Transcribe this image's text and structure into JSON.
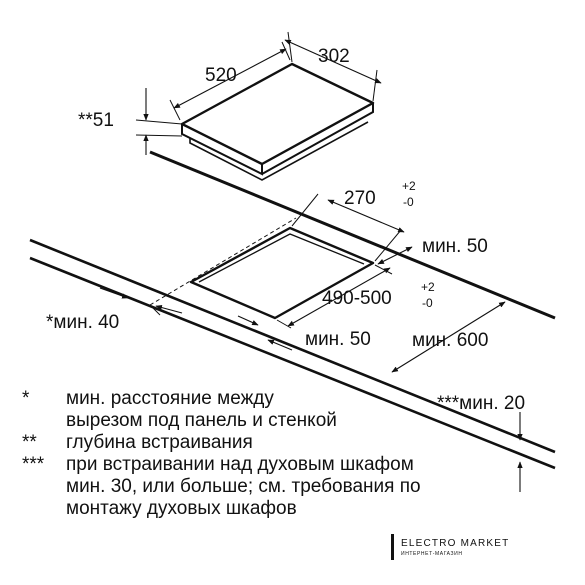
{
  "diagram": {
    "hob_dims": {
      "width": "302",
      "depth": "520",
      "height": "**51"
    },
    "cutout_dims": {
      "width_main": "270",
      "width_tol_upper": "+2",
      "width_tol_lower": "-0",
      "depth_main": "490-500",
      "depth_tol_upper": "+2",
      "depth_tol_lower": "-0"
    },
    "clearances": {
      "right_edge": "мин. 50",
      "left_wall": "*мин. 40",
      "front_edge": "мин. 50",
      "countertop_depth": "мин. 600",
      "countertop_thickness": "***мин. 20"
    }
  },
  "notes": [
    {
      "mark": "*",
      "text": "мин. расстояние между"
    },
    {
      "mark": "",
      "text": "вырезом под панель и стенкой"
    },
    {
      "mark": "**",
      "text": "глубина встраивания"
    },
    {
      "mark": "***",
      "text": "при встраивании над духовым шкафом"
    },
    {
      "mark": "",
      "text": "мин. 30, или больше; см. требования по"
    },
    {
      "mark": "",
      "text": "монтажу духовых шкафов"
    }
  ],
  "watermark": {
    "name": "ELECTRO MARKET",
    "sub": "ИНТЕРНЕТ-МАГАЗИН"
  }
}
